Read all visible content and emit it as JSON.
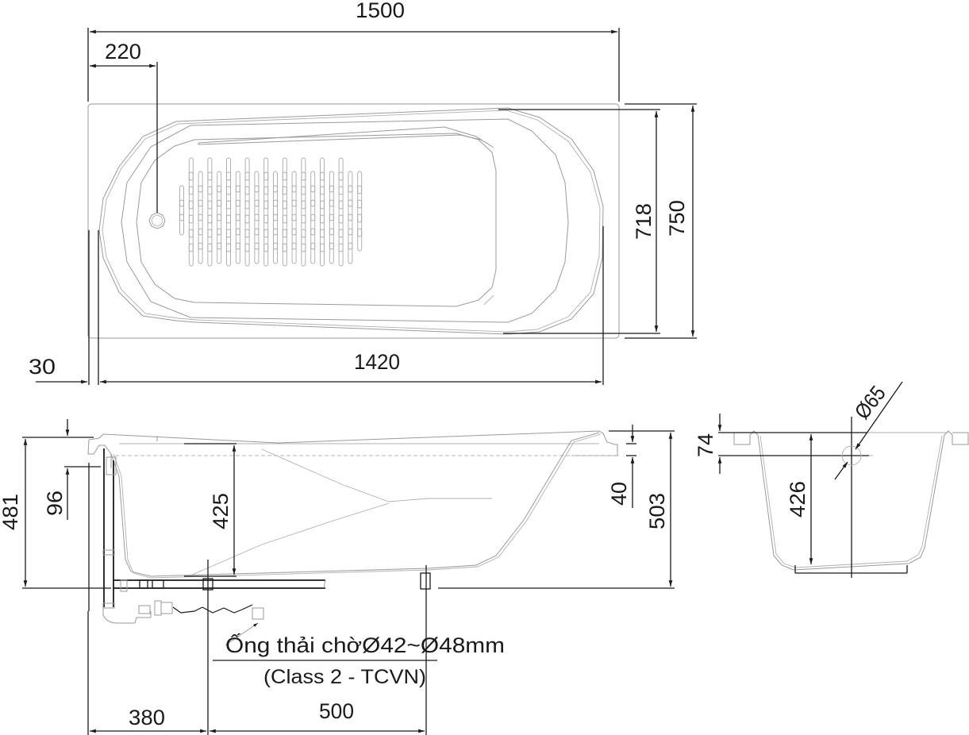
{
  "title": "Bathtub technical drawing (plan, side elevation, end section)",
  "colors": {
    "line": "#1a1a1a",
    "outline": "#9a9a9a",
    "background": "#ffffff"
  },
  "plan_view": {
    "dimensions": {
      "overall_length": "1500",
      "drain_offset": "220",
      "inner_length": "1420",
      "rim_offset": "30",
      "inner_width": "718",
      "overall_width": "750"
    },
    "features": [
      "anti-slip-slot-pattern",
      "drain-outlet",
      "headrest-contour"
    ]
  },
  "side_view": {
    "dimensions": {
      "total_height": "481",
      "overflow_depth": "96",
      "inner_depth": "425",
      "rim_thickness": "40",
      "height_right": "503",
      "drain_position": "380",
      "leg_spacing": "500"
    },
    "drain_note": {
      "line1": "Ống thải chờØ42~Ø48mm",
      "line2": "(Class 2 - TCVN)"
    }
  },
  "end_view": {
    "dimensions": {
      "overflow_height": "74",
      "depth": "426",
      "overflow_diameter": "Ø65"
    }
  }
}
